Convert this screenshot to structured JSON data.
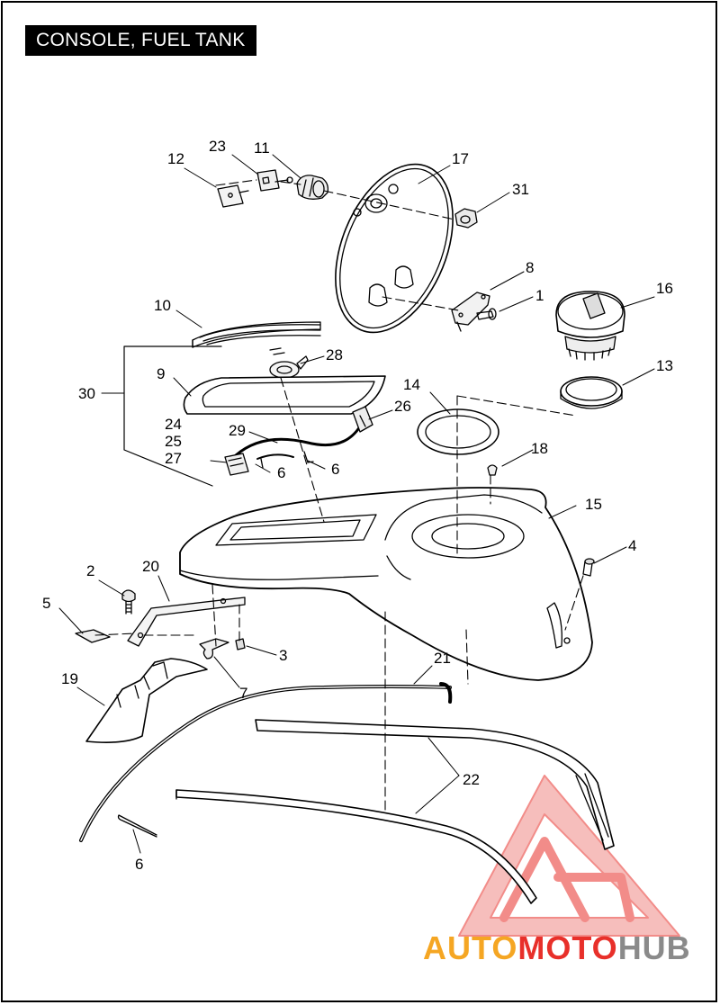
{
  "title": "CONSOLE, FUEL TANK",
  "callouts": [
    {
      "id": "c1",
      "label": "1"
    },
    {
      "id": "c2",
      "label": "2"
    },
    {
      "id": "c3",
      "label": "3"
    },
    {
      "id": "c4",
      "label": "4"
    },
    {
      "id": "c5",
      "label": "5"
    },
    {
      "id": "c6a",
      "label": "6"
    },
    {
      "id": "c6b",
      "label": "6"
    },
    {
      "id": "c6c",
      "label": "6"
    },
    {
      "id": "c7",
      "label": "7"
    },
    {
      "id": "c8",
      "label": "8"
    },
    {
      "id": "c9",
      "label": "9"
    },
    {
      "id": "c10",
      "label": "10"
    },
    {
      "id": "c11",
      "label": "11"
    },
    {
      "id": "c12",
      "label": "12"
    },
    {
      "id": "c13",
      "label": "13"
    },
    {
      "id": "c14",
      "label": "14"
    },
    {
      "id": "c15",
      "label": "15"
    },
    {
      "id": "c16",
      "label": "16"
    },
    {
      "id": "c17",
      "label": "17"
    },
    {
      "id": "c18",
      "label": "18"
    },
    {
      "id": "c19",
      "label": "19"
    },
    {
      "id": "c20",
      "label": "20"
    },
    {
      "id": "c21",
      "label": "21"
    },
    {
      "id": "c22",
      "label": "22"
    },
    {
      "id": "c23",
      "label": "23"
    },
    {
      "id": "c24",
      "label": "24"
    },
    {
      "id": "c25",
      "label": "25"
    },
    {
      "id": "c26",
      "label": "26"
    },
    {
      "id": "c27",
      "label": "27"
    },
    {
      "id": "c28",
      "label": "28"
    },
    {
      "id": "c29",
      "label": "29"
    },
    {
      "id": "c30",
      "label": "30"
    },
    {
      "id": "c31",
      "label": "31"
    }
  ],
  "watermark": {
    "part1": "AUTO",
    "part2": "MOTO",
    "part3": "HUB",
    "color_orange": "#f5a623",
    "color_red": "#e8302a",
    "color_gray": "#8a8a8a"
  }
}
